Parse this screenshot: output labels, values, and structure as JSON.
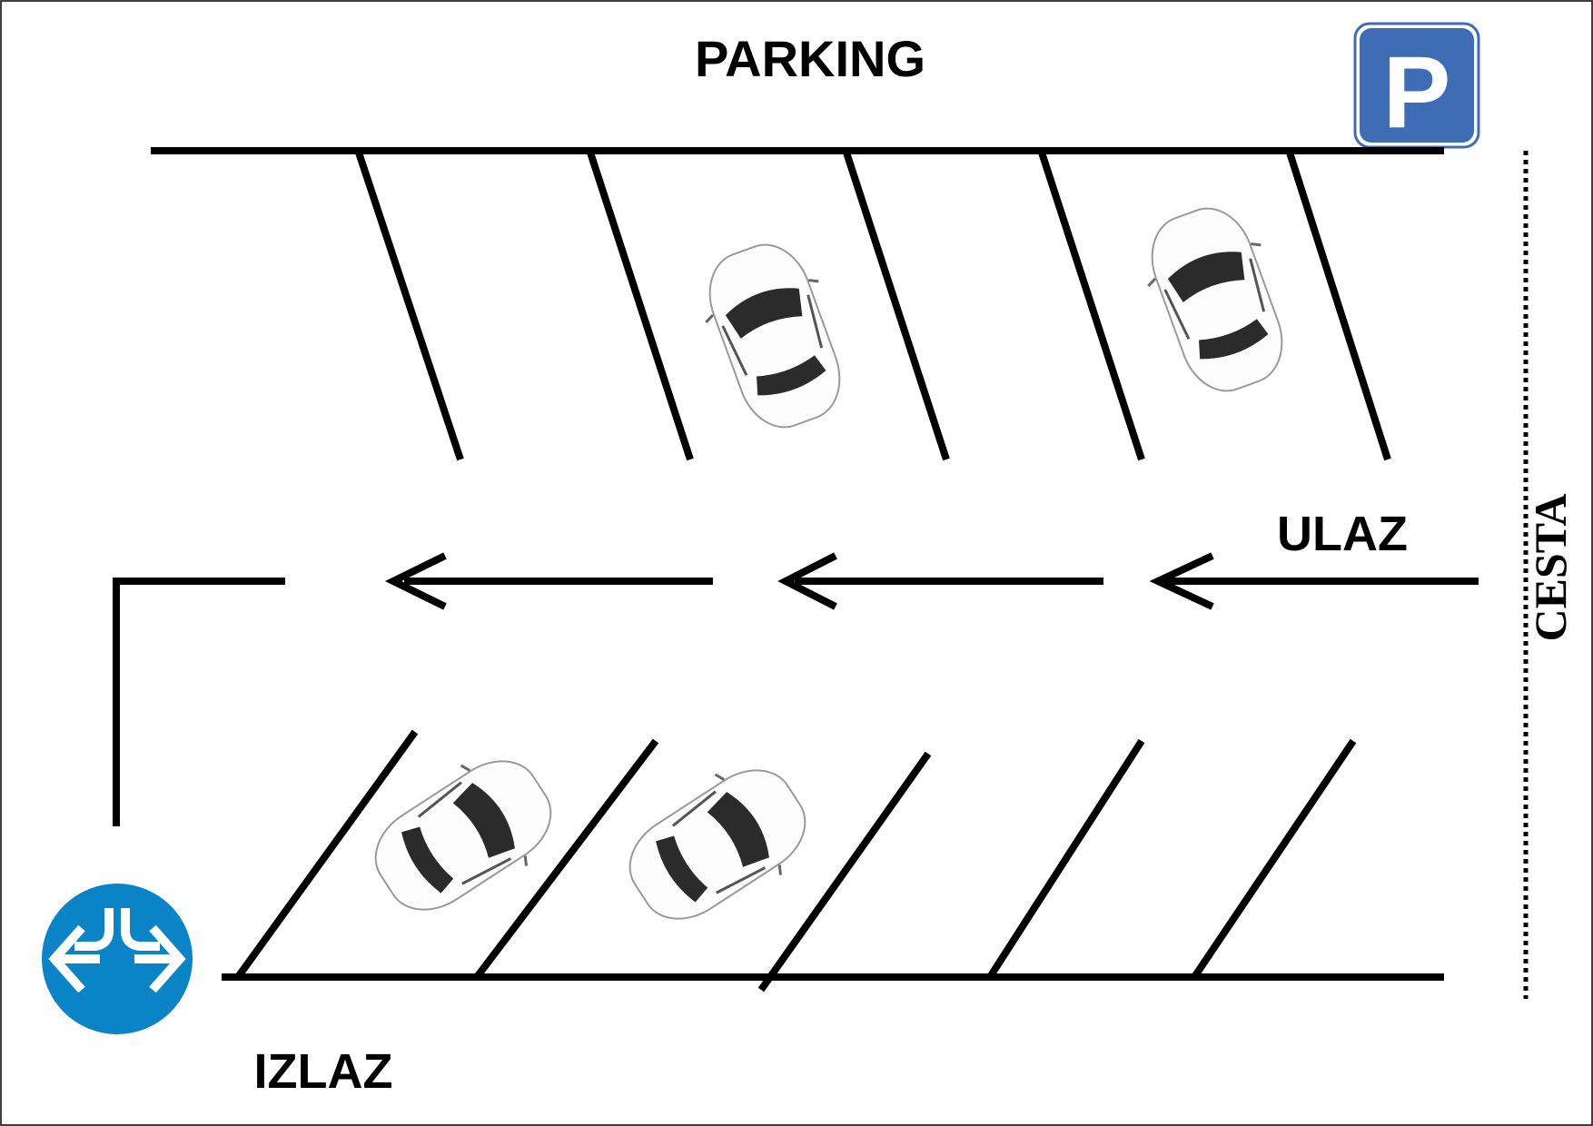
{
  "labels": {
    "title": "PARKING",
    "entrance": "ULAZ",
    "exit": "IZLAZ",
    "road": "CESTA"
  },
  "signs": {
    "parking_letter": "P"
  },
  "colors": {
    "parking_sign": "#3f6db5",
    "exit_sign": "#0a84c6",
    "line": "#000000",
    "car_window": "#2b2b2b"
  },
  "icons": [
    "parking-sign-icon",
    "split-direction-sign-icon",
    "car-icon",
    "arrow-left-icon"
  ]
}
